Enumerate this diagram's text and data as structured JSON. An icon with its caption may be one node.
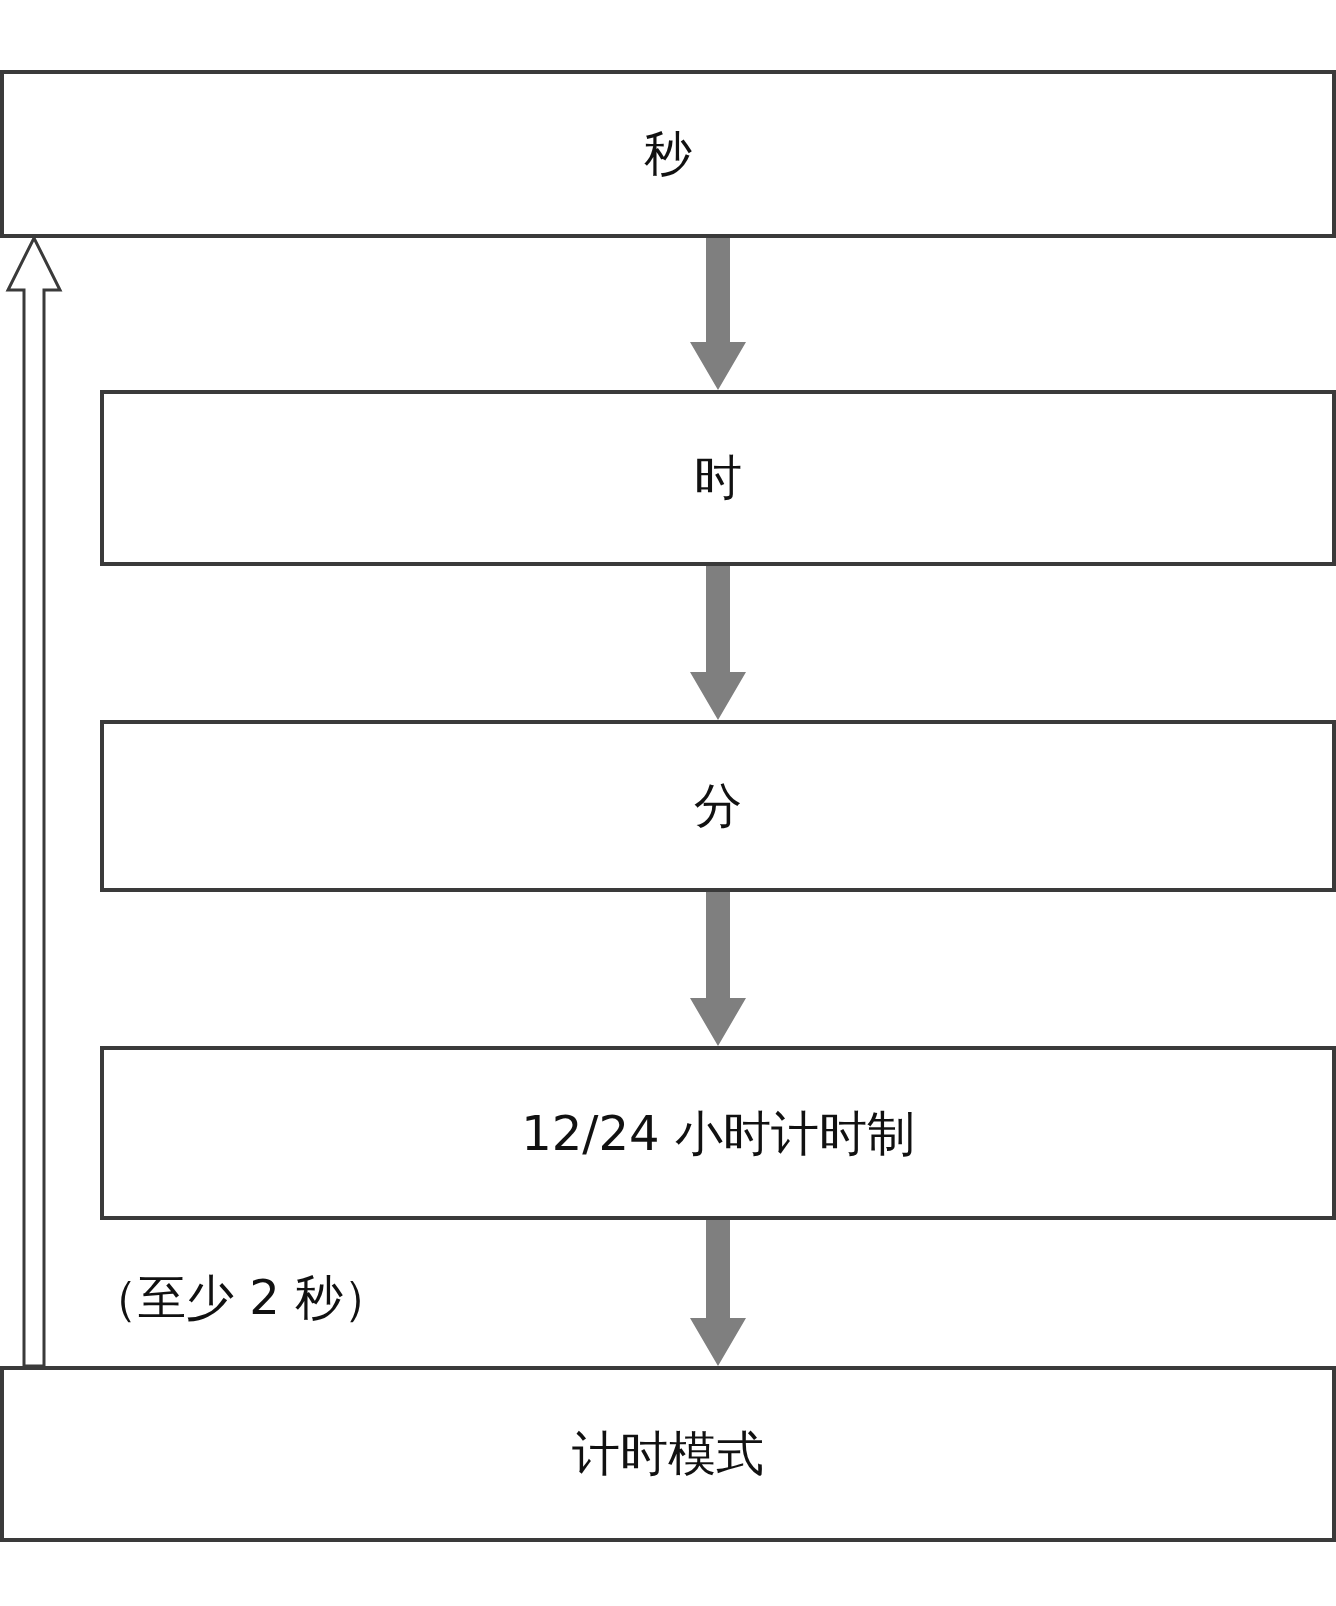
{
  "diagram": {
    "nodes": [
      {
        "text": [
          "秒"
        ]
      },
      {
        "text": [
          "时"
        ]
      },
      {
        "text": [
          "分"
        ]
      },
      {
        "text": [
          "12/24 小时计时制"
        ]
      },
      {
        "text": [
          "计时模式"
        ]
      }
    ],
    "edges": [
      {
        "from": 0,
        "to": 1,
        "arrow": "to",
        "style": "thick",
        "color": "#7f7f7f"
      },
      {
        "from": 1,
        "to": 2,
        "arrow": "to",
        "style": "thick",
        "color": "#7f7f7f"
      },
      {
        "from": 2,
        "to": 3,
        "arrow": "to",
        "style": "thick",
        "color": "#7f7f7f"
      },
      {
        "from": 3,
        "to": 4,
        "arrow": "to",
        "style": "thick",
        "color": "#7f7f7f"
      },
      {
        "from": 4,
        "to": 0,
        "arrow": "to"
      }
    ],
    "labels": [
      "（至少 2 秒）"
    ]
  }
}
